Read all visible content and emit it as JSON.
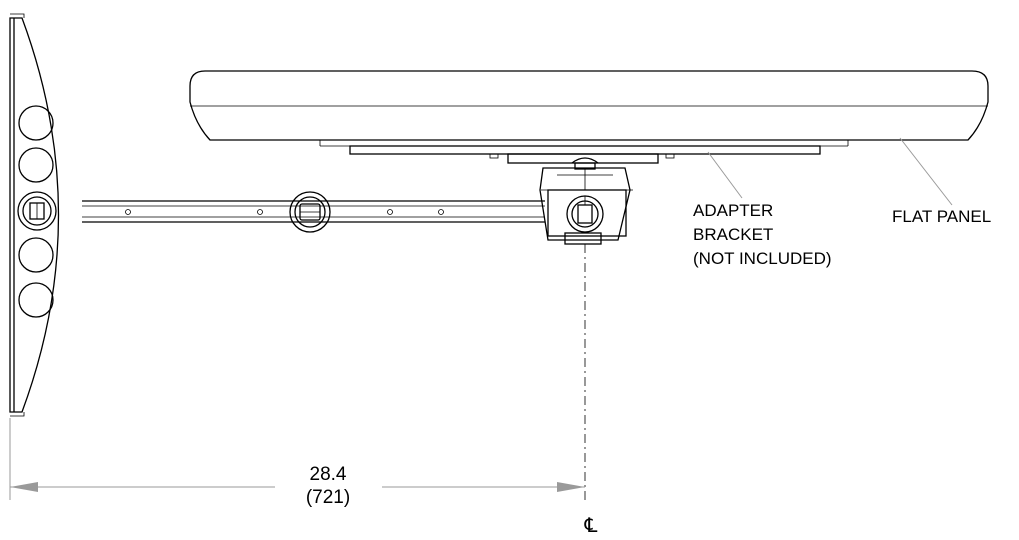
{
  "labels": {
    "adapter_bracket": [
      "ADAPTER",
      "BRACKET",
      "(NOT INCLUDED)"
    ],
    "flat_panel": "FLAT PANEL"
  },
  "dimension": {
    "value": "28.4",
    "metric": "(721)"
  },
  "centerline_symbol": "℄",
  "colors": {
    "line": "#000000",
    "dimension_line": "#9a9a9a",
    "background": "#ffffff"
  }
}
